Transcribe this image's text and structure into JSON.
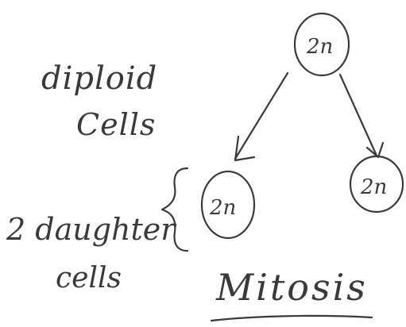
{
  "left_labels": {
    "diploid": "diploid",
    "cells": "Cells",
    "daughter": "2 daughter",
    "daughter_cells": "cells"
  },
  "cells": {
    "parent": "2n",
    "daughter_left": "2n",
    "daughter_right": "2n"
  },
  "process_label": "Mitosis",
  "colors": {
    "ink": "#3a3a3a",
    "background": "#ffffff"
  }
}
